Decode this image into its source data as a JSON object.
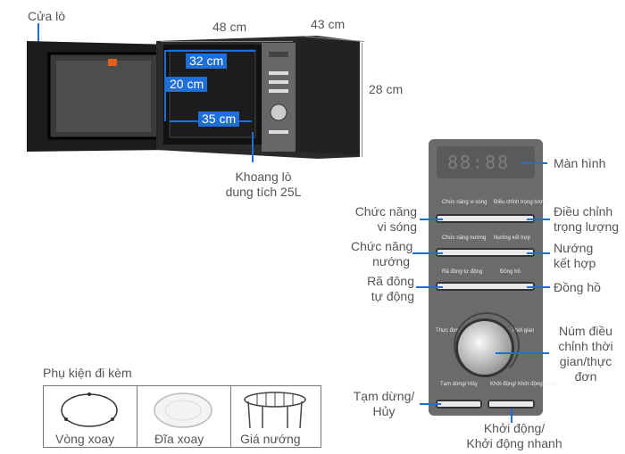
{
  "top": {
    "door_label": "Cửa lò",
    "width": "48 cm",
    "depth": "43 cm",
    "height": "28 cm",
    "inner_w": "32 cm",
    "inner_h": "20 cm",
    "inner_d": "35 cm",
    "cavity_line1": "Khoang lò",
    "cavity_line2": "dung tích 25L"
  },
  "panel": {
    "display": "88:88",
    "small": {
      "b1_left": "Chức năng vi sóng",
      "b1_right": "Điều chỉnh trọng lượng",
      "b2_left": "Chức năng nướng",
      "b2_right": "Nướng kết hợp",
      "b3_left": "Rã đông tự động",
      "b3_right": "Đồng hồ",
      "knob_left": "Thực đơn",
      "knob_right": "Thời gian",
      "b4_left": "Tạm dừng/ Hủy",
      "b4_right": "Khởi động/ Khởi động nhanh"
    },
    "callouts": {
      "screen": "Màn hình",
      "microwave_1": "Chức năng",
      "microwave_2": "vi sóng",
      "weight_1": "Điều chỉnh",
      "weight_2": "trọng lượng",
      "grill_1": "Chức năng",
      "grill_2": "nướng",
      "combo_1": "Nướng",
      "combo_2": "kết hợp",
      "defrost_1": "Rã đông",
      "defrost_2": "tự động",
      "clock": "Đồng hồ",
      "knob_1": "Núm điều",
      "knob_2": "chỉnh thời",
      "knob_3": "gian/thực",
      "knob_4": "đơn",
      "pause_1": "Tạm dừng/",
      "pause_2": "Hủy",
      "start_1": "Khởi động/",
      "start_2": "Khởi động nhanh"
    }
  },
  "accessories": {
    "title": "Phụ kiện đi kèm",
    "items": [
      "Vòng xoay",
      "Đĩa xoay",
      "Giá nướng"
    ]
  }
}
